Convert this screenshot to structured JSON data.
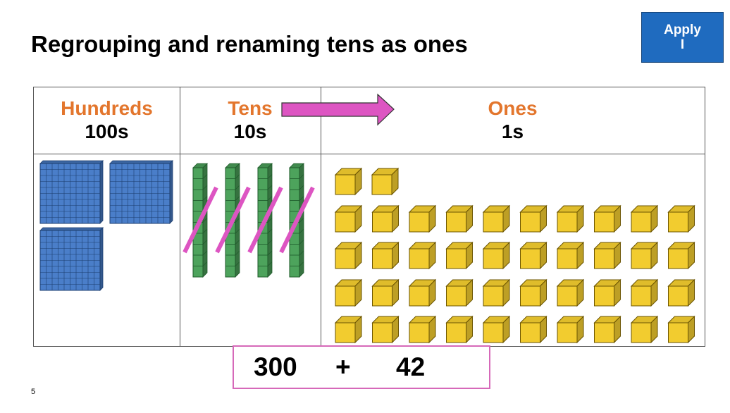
{
  "slide": {
    "title": "Regrouping and renaming tens as ones",
    "page_number": "5"
  },
  "apply_button": {
    "line1": "Apply",
    "line2": "I"
  },
  "columns": [
    {
      "name": "Hundreds",
      "value": "100s"
    },
    {
      "name": "Tens",
      "value": "10s"
    },
    {
      "name": "Ones",
      "value": "1s"
    }
  ],
  "blocks": {
    "hundreds_flats": 3,
    "tens_rods": 4,
    "tens_crossed_out": 4,
    "ones_cubes": 42
  },
  "equation": {
    "left": "300",
    "operator": "+",
    "right": "42"
  },
  "colors": {
    "header_text": "#e3762d",
    "hundreds_block": "#4a7ec9",
    "tens_block": "#4da35c",
    "ones_block": "#f2cc2f",
    "strike_and_arrow": "#dd55c2",
    "equation_border": "#d669b9",
    "apply_button": "#1f6bbf"
  }
}
